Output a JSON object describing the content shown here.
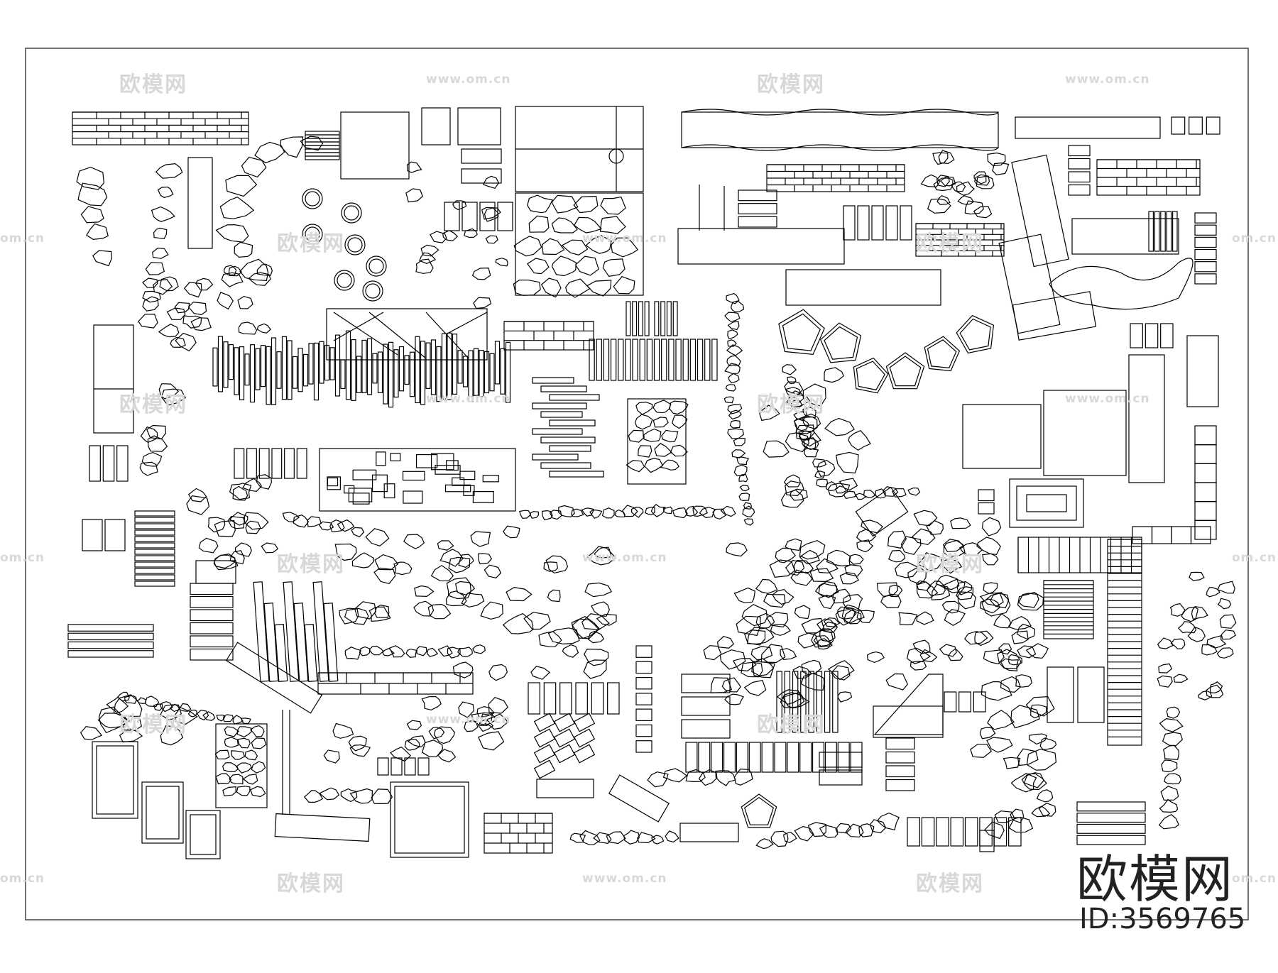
{
  "sheet": {
    "title": "",
    "stroke_color": "#000000",
    "background": "#ffffff",
    "frame_color": "#444444"
  },
  "watermark": {
    "logo_text": "欧模网",
    "url_text": "www.om.cn",
    "short_url_text": "om.cn",
    "color": "#d8d8d8"
  },
  "brand": {
    "logo_text": "欧模网",
    "id_text": "ID:3569765"
  },
  "groups": [
    {
      "name": "brick-wall-strip"
    },
    {
      "name": "stepping-stone-arc"
    },
    {
      "name": "paving-tiles"
    },
    {
      "name": "cobble-patch"
    },
    {
      "name": "timber-boardwalk"
    },
    {
      "name": "pentagon-stones"
    },
    {
      "name": "plank-rows"
    },
    {
      "name": "cut-stone-block"
    },
    {
      "name": "pebble-path"
    },
    {
      "name": "square-planters"
    },
    {
      "name": "pool-outline"
    },
    {
      "name": "staircase-deck"
    }
  ]
}
